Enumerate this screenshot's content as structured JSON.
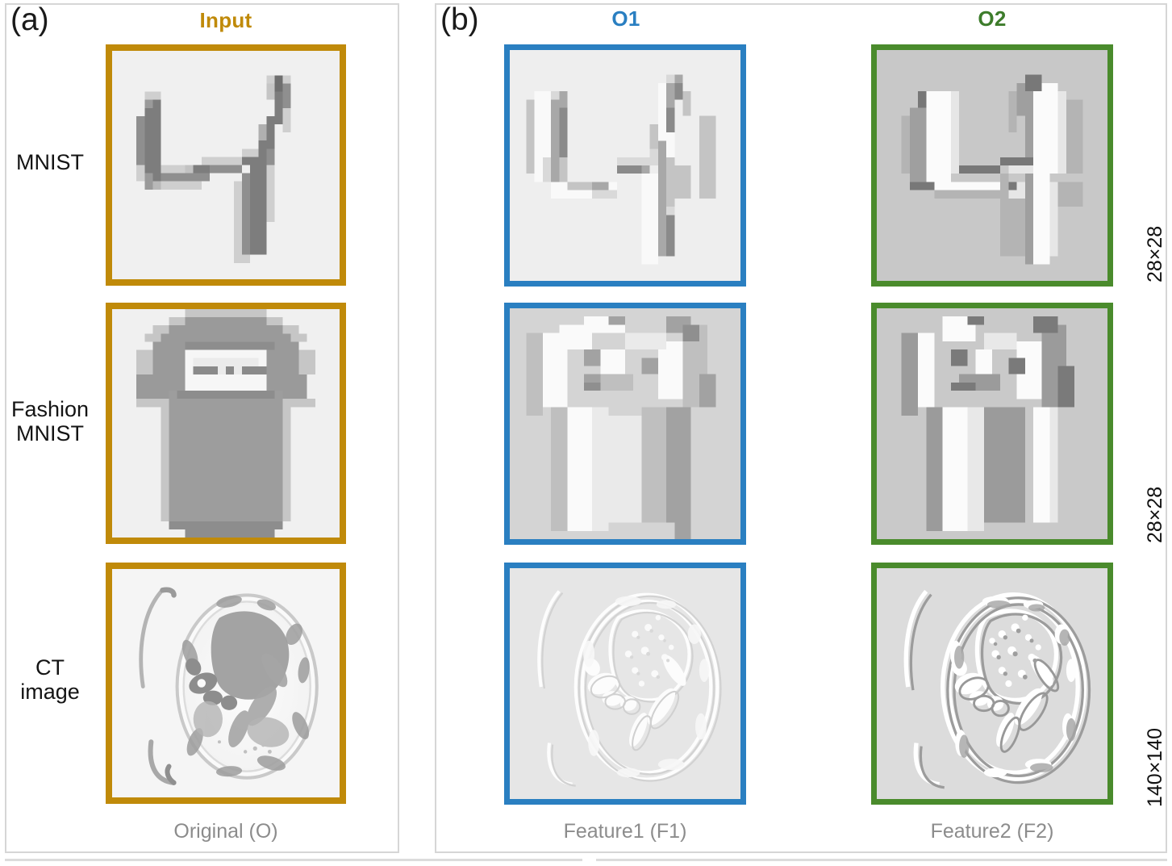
{
  "figure": {
    "panels": [
      {
        "letter": "(a)",
        "header": "Input",
        "header_color": "#c08a09"
      },
      {
        "letter": "(b)",
        "headers": [
          {
            "label": "O1",
            "color": "#2a7fc1"
          },
          {
            "label": "O2",
            "color": "#3d7c2b"
          }
        ]
      }
    ],
    "row_labels": [
      "MNIST",
      "Fashion\nMNIST",
      "CT\nimage"
    ],
    "row_labels_flat": {
      "mnist": "MNIST",
      "fashion_line1": "Fashion",
      "fashion_line2": "MNIST",
      "ct_line1": "CT",
      "ct_line2": "image"
    },
    "captions": {
      "original": "Original (O)",
      "feature1": "Feature1 (F1)",
      "feature2": "Feature2 (F2)"
    },
    "size_labels": [
      "28×28",
      "28×28",
      "140×140"
    ],
    "size_label_mnist": "28×28",
    "size_label_fashion": "28×28",
    "size_label_ct": "140×140",
    "colors": {
      "input_gold": "#c08a09",
      "o1_blue": "#2a7fc1",
      "o2_green": "#4a8b2c",
      "caption_gray": "#8c8c8c",
      "panel_border": "#d6d6d6",
      "image_bg_light": "#f0f0f0",
      "image_bg_gray": "#c8c8c8"
    },
    "cells": [
      {
        "row": "MNIST",
        "column": "Original (O)",
        "content": "handwritten-digit-4",
        "frame": "#c08a09",
        "size": "28×28"
      },
      {
        "row": "MNIST",
        "column": "Feature1 (F1)",
        "content": "digit-4-edge-feature",
        "frame": "#2a7fc1",
        "size": "28×28"
      },
      {
        "row": "MNIST",
        "column": "Feature2 (F2)",
        "content": "digit-4-emboss-feature",
        "frame": "#4a8b2c",
        "size": "28×28"
      },
      {
        "row": "Fashion MNIST",
        "column": "Original (O)",
        "content": "t-shirt",
        "frame": "#c08a09",
        "size": "28×28"
      },
      {
        "row": "Fashion MNIST",
        "column": "Feature1 (F1)",
        "content": "t-shirt-edge-feature",
        "frame": "#2a7fc1",
        "size": "28×28"
      },
      {
        "row": "Fashion MNIST",
        "column": "Feature2 (F2)",
        "content": "t-shirt-emboss-feature",
        "frame": "#4a8b2c",
        "size": "28×28"
      },
      {
        "row": "CT image",
        "column": "Original (O)",
        "content": "chest-ct-axial-slice",
        "frame": "#c08a09",
        "size": "140×140"
      },
      {
        "row": "CT image",
        "column": "Feature1 (F1)",
        "content": "ct-edge-feature",
        "frame": "#2a7fc1",
        "size": "140×140"
      },
      {
        "row": "CT image",
        "column": "Feature2 (F2)",
        "content": "ct-emboss-feature",
        "frame": "#4a8b2c",
        "size": "140×140"
      }
    ]
  }
}
